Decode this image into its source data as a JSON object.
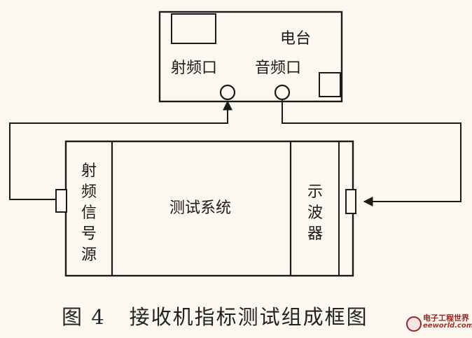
{
  "diagram": {
    "radio": {
      "label": "电台",
      "rf_port": "射频口",
      "audio_port": "音频口"
    },
    "test_bench": {
      "rf_source": [
        "射",
        "频",
        "信",
        "号",
        "源"
      ],
      "test_system": "测试系统",
      "oscilloscope": [
        "示",
        "波",
        "器"
      ]
    }
  },
  "caption": {
    "figure_number": "图 4",
    "title": "接收机指标测试组成框图"
  },
  "watermark": {
    "brand": "电子工程世界",
    "url": "eeworld.com.cn"
  }
}
